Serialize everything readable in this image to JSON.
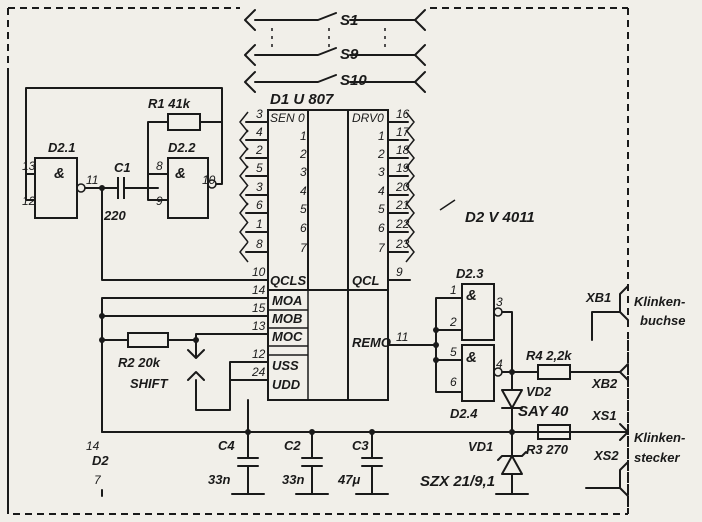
{
  "switches": {
    "s1": "S1",
    "s9": "S9",
    "s10": "S10"
  },
  "d1": {
    "title": "D1 U 807",
    "sen0": "SEN 0",
    "drv0": "DRV0",
    "qcls": "QCLS",
    "qcl": "QCL",
    "moa": "MOA",
    "mob": "MOB",
    "moc": "MOC",
    "remo": "REMO",
    "uss": "USS",
    "udd": "UDD",
    "left_pins": [
      "3",
      "4",
      "2",
      "5",
      "3",
      "6",
      "1",
      "8"
    ],
    "sen_nums": [
      "0",
      "1",
      "2",
      "3",
      "4",
      "5",
      "6",
      "7"
    ],
    "drv_nums": [
      "0",
      "1",
      "2",
      "3",
      "4",
      "5",
      "6",
      "7"
    ],
    "right_pins": [
      "16",
      "17",
      "18",
      "19",
      "20",
      "21",
      "22",
      "23"
    ],
    "pin_qcls": "10",
    "pin_qcl": "9",
    "pin_moa": "14",
    "pin_mob": "15",
    "pin_moc": "13",
    "pin_remo": "11",
    "pin_uss": "12",
    "pin_udd": "24"
  },
  "d2": {
    "title": "D2  V 4011",
    "g1": "D2.1",
    "g2": "D2.2",
    "g3": "D2.3",
    "g4": "D2.4",
    "amp": "&",
    "g1_in1": "13",
    "g1_in2": "12",
    "g1_out": "11",
    "g2_in1": "8",
    "g2_in2": "9",
    "g2_out": "10",
    "g3_in1": "1",
    "g3_in2": "2",
    "g3_out": "3",
    "g4_in1": "5",
    "g4_in2": "6",
    "g4_out": "4",
    "pwr_label": "D2",
    "pwr_pin14": "14",
    "pwr_pin7": "7"
  },
  "components": {
    "r1": "R1  41k",
    "r2": "R2  20k",
    "r3": "R3  270",
    "r4": "R4  2,2k",
    "c1": "C1",
    "c1_val": "220",
    "c2": "C2",
    "c2_val": "33n",
    "c3": "C3",
    "c3_val": "47μ",
    "c4": "C4",
    "c4_val": "33n",
    "vd1": "VD1",
    "vd1_part": "SZX 21/9,1",
    "vd2": "VD2",
    "vd2_part": "SAY 40",
    "shift": "SHIFT"
  },
  "connectors": {
    "xb1": "XB1",
    "xb1_desc_1": "Klinken-",
    "xb1_desc_2": "buchse",
    "xb2": "XB2",
    "xs1": "XS1",
    "xs2": "XS2",
    "xs_desc_1": "Klinken-",
    "xs_desc_2": "stecker"
  }
}
